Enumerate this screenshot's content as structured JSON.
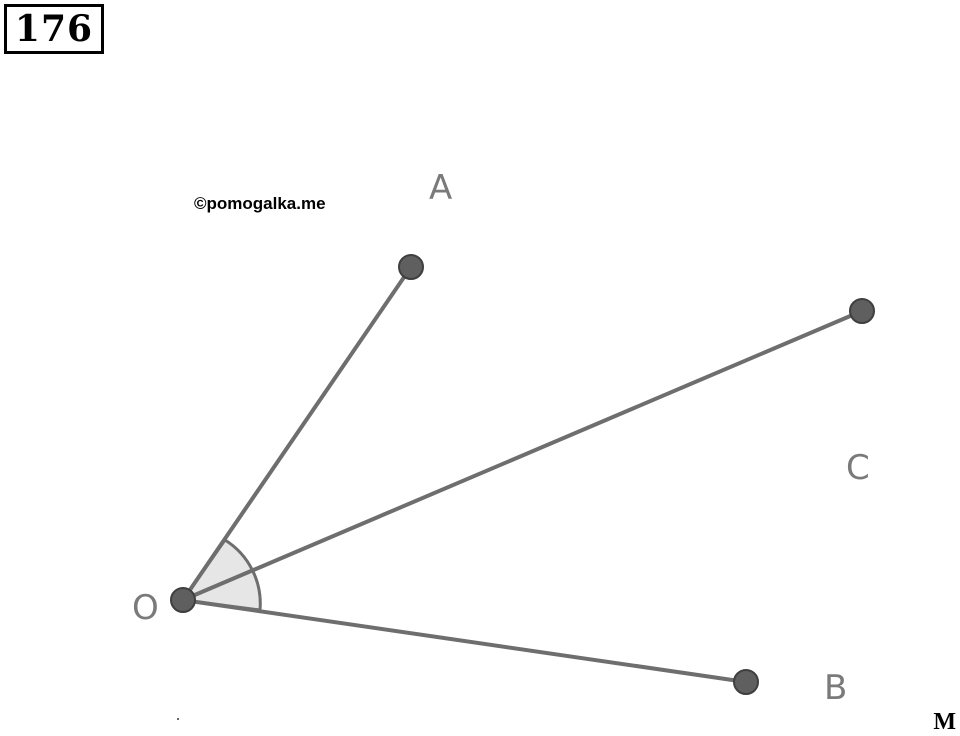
{
  "problem_number": "176",
  "watermark": "©pomogalka.me",
  "corner_mark": "M",
  "colors": {
    "ray": "#6e6e6e",
    "point": "#5f5f5f",
    "label": "#7a7a7a",
    "angle_fill": "#e6e6e6"
  },
  "labels": {
    "A": "A",
    "B": "B",
    "C": "C",
    "O": "O"
  }
}
